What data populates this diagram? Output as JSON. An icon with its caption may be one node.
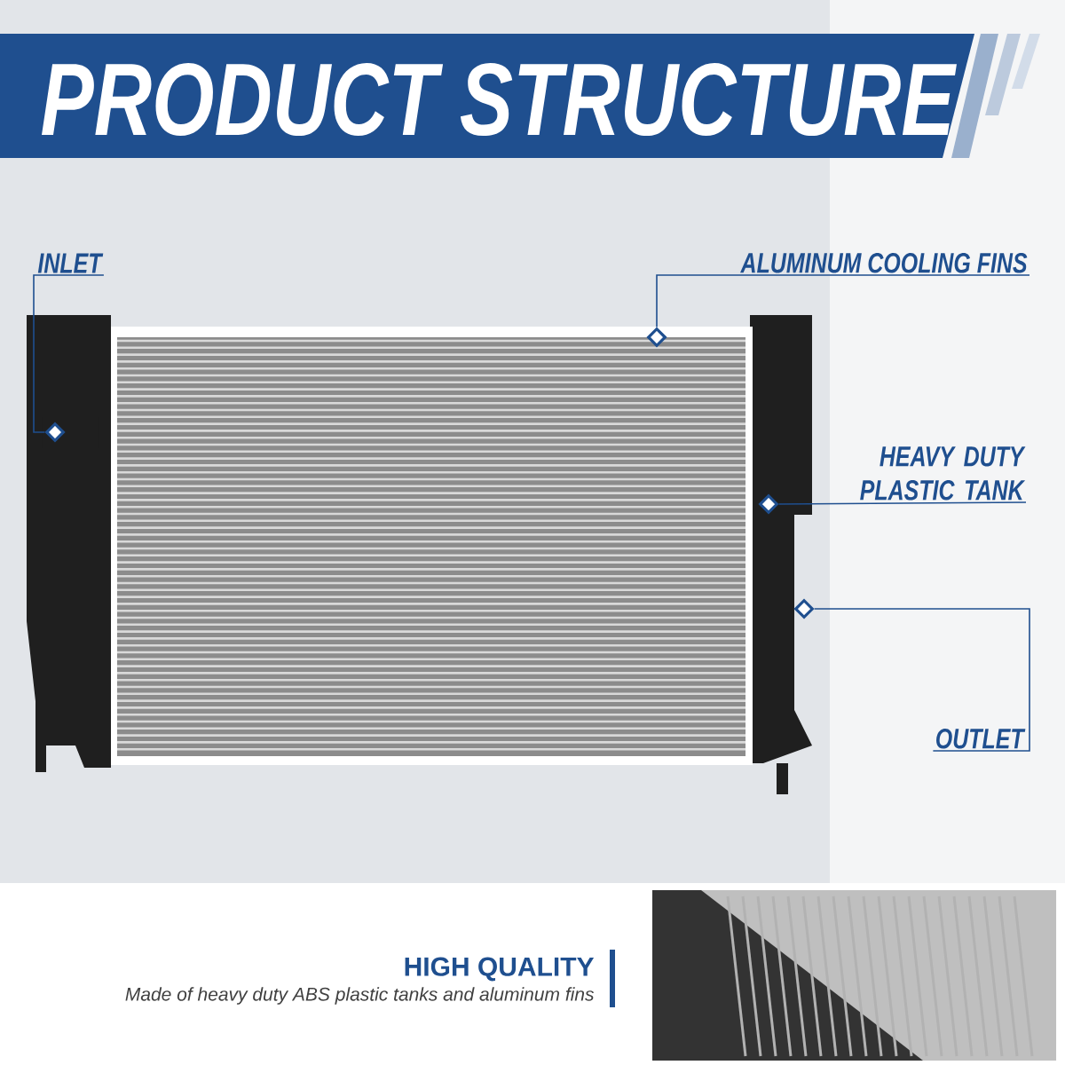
{
  "diagram": {
    "title": "PRODUCT STRUCTURE",
    "nodes": [
      {
        "text": [
          "INLET"
        ]
      },
      {
        "text": [],
        "shape": "diamond"
      },
      {
        "text": [
          "ALUMINUM COOLING FINS"
        ]
      },
      {
        "text": [],
        "shape": "diamond"
      },
      {
        "text": [
          "HEAVY DUTY PLASTIC TANK"
        ]
      },
      {
        "text": [],
        "shape": "diamond"
      },
      {
        "text": [
          "OUTLET"
        ]
      },
      {
        "text": [],
        "shape": "diamond"
      }
    ],
    "edges": [
      {
        "from": 0,
        "to": 1,
        "arrow": "none"
      },
      {
        "from": 2,
        "to": 3,
        "arrow": "none"
      },
      {
        "from": 4,
        "to": 5,
        "arrow": "none"
      },
      {
        "from": 6,
        "to": 7,
        "arrow": "none"
      }
    ],
    "labels": [
      "HIGH QUALITY",
      "Made of heavy duty ABS plastic tanks and aluminum fins"
    ]
  }
}
